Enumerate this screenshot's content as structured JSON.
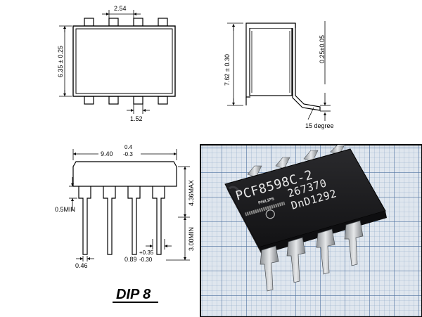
{
  "title": "DIP 8",
  "top_view": {
    "pitch": "2.54",
    "width": "6.35 ± 0.25",
    "pin_width": "1.52"
  },
  "side_view_right": {
    "row_spacing": "7.62 ± 0.30",
    "lead_thickness": "0.25±0.05",
    "angle": "15 degree"
  },
  "side_view_left": {
    "length_main": "9.40",
    "length_tol_plus": "0.4",
    "length_tol_minus": "-0.3",
    "body_height": "4.36MAX",
    "seating_min": "0.5MIN",
    "lead_length": "3.00MIN",
    "lead_width": "0.46",
    "lead_shoulder_main": "0.89",
    "lead_shoulder_plus": "+0.35",
    "lead_shoulder_minus": "-0.30"
  },
  "photo": {
    "line1": "PCF8598C-2",
    "line2": "267370",
    "line3": "DnD1292",
    "brand": "PHILIPS"
  },
  "colors": {
    "grid_bg": "#dfe6ee",
    "grid_line": "#6d8fb8",
    "chip_body": "#1c1c1e",
    "lead": "#c9ccd0"
  }
}
